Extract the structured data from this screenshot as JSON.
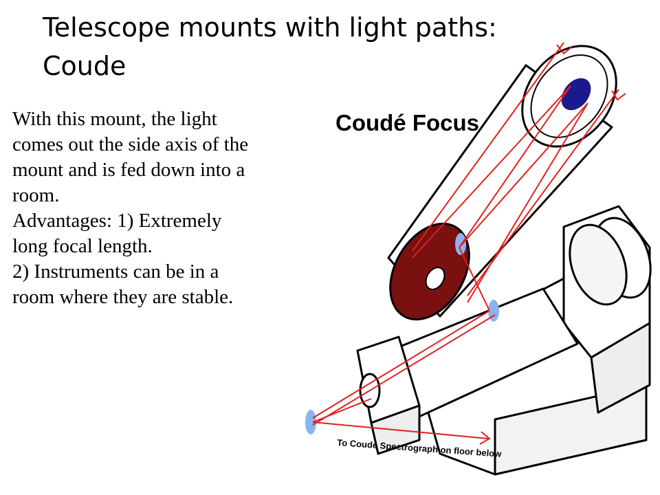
{
  "title": {
    "line1": "Telescope mounts with light paths:",
    "line2": "Coude"
  },
  "body": {
    "lines": [
      "With this mount, the light",
      "comes out the side axis of the",
      "mount and is fed down into a",
      "room.",
      "Advantages: 1) Extremely",
      "long focal length.",
      "2) Instruments can be in a",
      "room where they are stable."
    ]
  },
  "diagram": {
    "heading": "Coudé Focus",
    "footer_label": "To Coudé Spectrograph on floor below",
    "colors": {
      "light_path": "#e0201c",
      "primary_mirror": "#7a1010",
      "secondary_mirror": "#1a1a8a",
      "flat_mirror": "#8ab4f0",
      "outline": "#000000"
    }
  }
}
